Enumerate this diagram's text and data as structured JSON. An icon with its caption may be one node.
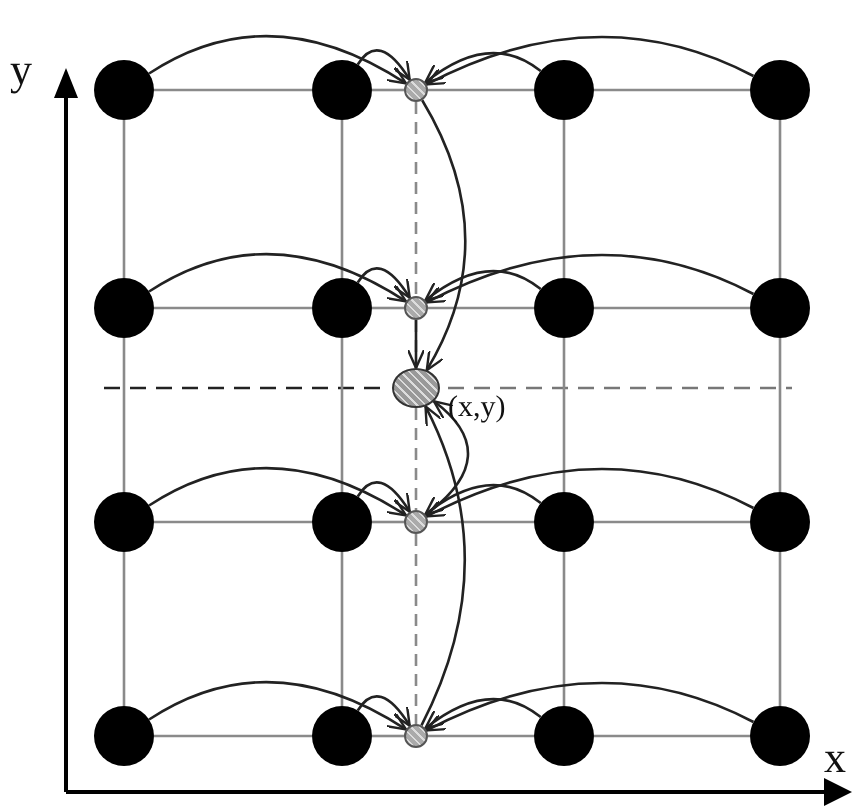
{
  "diagram": {
    "nodes": [
      {
        "text": [],
        "shape": "circle"
      },
      {
        "text": [],
        "shape": "circle"
      },
      {
        "text": [],
        "shape": "circle"
      },
      {
        "text": [],
        "shape": "circle"
      },
      {
        "text": [],
        "shape": "circle"
      },
      {
        "text": [],
        "shape": "circle"
      },
      {
        "text": [],
        "shape": "circle"
      },
      {
        "text": [],
        "shape": "circle"
      },
      {
        "text": [],
        "shape": "circle"
      },
      {
        "text": [],
        "shape": "circle"
      },
      {
        "text": [],
        "shape": "circle",
        "beside": [
          "(x,y)"
        ]
      },
      {
        "text": [],
        "shape": "circle"
      },
      {
        "text": [],
        "shape": "circle"
      },
      {
        "text": [],
        "shape": "circle"
      },
      {
        "text": [],
        "shape": "circle"
      },
      {
        "text": [],
        "shape": "circle"
      },
      {
        "text": [],
        "shape": "circle"
      },
      {
        "text": [],
        "shape": "circle"
      },
      {
        "text": [],
        "shape": "circle"
      },
      {
        "text": [],
        "shape": "circle"
      },
      {
        "text": [],
        "shape": "circle"
      }
    ],
    "edges": [
      {
        "from": 0,
        "to": 2,
        "arrow": "to",
        "color": "#222222"
      },
      {
        "from": 1,
        "to": 2,
        "arrow": "to",
        "color": "#222222"
      },
      {
        "from": 3,
        "to": 2,
        "arrow": "to",
        "color": "#222222"
      },
      {
        "from": 4,
        "to": 2,
        "arrow": "to",
        "color": "#222222"
      },
      {
        "from": 5,
        "to": 7,
        "arrow": "to",
        "color": "#222222"
      },
      {
        "from": 6,
        "to": 7,
        "arrow": "to",
        "color": "#222222"
      },
      {
        "from": 8,
        "to": 7,
        "arrow": "to",
        "color": "#222222"
      },
      {
        "from": 9,
        "to": 7,
        "arrow": "to",
        "color": "#222222"
      },
      {
        "from": 11,
        "to": 13,
        "arrow": "to",
        "color": "#222222"
      },
      {
        "from": 12,
        "to": 13,
        "arrow": "to",
        "color": "#222222"
      },
      {
        "from": 14,
        "to": 13,
        "arrow": "to",
        "color": "#222222"
      },
      {
        "from": 15,
        "to": 13,
        "arrow": "to",
        "color": "#222222"
      },
      {
        "from": 16,
        "to": 18,
        "arrow": "to",
        "color": "#222222"
      },
      {
        "from": 17,
        "to": 18,
        "arrow": "to",
        "color": "#222222"
      },
      {
        "from": 19,
        "to": 18,
        "arrow": "to",
        "color": "#222222"
      },
      {
        "from": 20,
        "to": 18,
        "arrow": "to",
        "color": "#222222"
      },
      {
        "from": 2,
        "to": 10,
        "arrow": "to",
        "color": "#222222"
      },
      {
        "from": 7,
        "to": 10,
        "arrow": "to",
        "color": "#222222"
      },
      {
        "from": 13,
        "to": 10,
        "arrow": "to",
        "color": "#222222"
      },
      {
        "from": 18,
        "to": 10,
        "arrow": "to",
        "color": "#222222"
      },
      {
        "from": 0,
        "to": 1,
        "arrow": "none",
        "color": "#8a8a8a"
      },
      {
        "from": 1,
        "to": 2,
        "arrow": "none",
        "color": "#8a8a8a"
      },
      {
        "from": 2,
        "to": 3,
        "arrow": "none",
        "color": "#8a8a8a"
      },
      {
        "from": 3,
        "to": 4,
        "arrow": "none",
        "color": "#8a8a8a"
      },
      {
        "from": 5,
        "to": 6,
        "arrow": "none",
        "color": "#8a8a8a"
      },
      {
        "from": 6,
        "to": 7,
        "arrow": "none",
        "color": "#8a8a8a"
      },
      {
        "from": 7,
        "to": 8,
        "arrow": "none",
        "color": "#8a8a8a"
      },
      {
        "from": 8,
        "to": 9,
        "arrow": "none",
        "color": "#8a8a8a"
      },
      {
        "from": 11,
        "to": 12,
        "arrow": "none",
        "color": "#8a8a8a"
      },
      {
        "from": 12,
        "to": 13,
        "arrow": "none",
        "color": "#8a8a8a"
      },
      {
        "from": 13,
        "to": 14,
        "arrow": "none",
        "color": "#8a8a8a"
      },
      {
        "from": 14,
        "to": 15,
        "arrow": "none",
        "color": "#8a8a8a"
      },
      {
        "from": 16,
        "to": 17,
        "arrow": "none",
        "color": "#8a8a8a"
      },
      {
        "from": 17,
        "to": 18,
        "arrow": "none",
        "color": "#8a8a8a"
      },
      {
        "from": 18,
        "to": 19,
        "arrow": "none",
        "color": "#8a8a8a"
      },
      {
        "from": 19,
        "to": 20,
        "arrow": "none",
        "color": "#8a8a8a"
      },
      {
        "from": 0,
        "to": 5,
        "arrow": "none",
        "color": "#8a8a8a"
      },
      {
        "from": 5,
        "to": 11,
        "arrow": "none",
        "color": "#8a8a8a"
      },
      {
        "from": 11,
        "to": 16,
        "arrow": "none",
        "color": "#8a8a8a"
      },
      {
        "from": 1,
        "to": 6,
        "arrow": "none",
        "color": "#8a8a8a"
      },
      {
        "from": 6,
        "to": 12,
        "arrow": "none",
        "color": "#8a8a8a"
      },
      {
        "from": 12,
        "to": 17,
        "arrow": "none",
        "color": "#8a8a8a"
      },
      {
        "from": 3,
        "to": 8,
        "arrow": "none",
        "color": "#8a8a8a"
      },
      {
        "from": 8,
        "to": 14,
        "arrow": "none",
        "color": "#8a8a8a"
      },
      {
        "from": 14,
        "to": 19,
        "arrow": "none",
        "color": "#8a8a8a"
      },
      {
        "from": 4,
        "to": 9,
        "arrow": "none",
        "color": "#8a8a8a"
      },
      {
        "from": 9,
        "to": 15,
        "arrow": "none",
        "color": "#8a8a8a"
      },
      {
        "from": 15,
        "to": 20,
        "arrow": "none",
        "color": "#8a8a8a"
      },
      {
        "from": 2,
        "to": 7,
        "arrow": "none",
        "style": "dashed",
        "color": "#8a8a8a"
      },
      {
        "from": 7,
        "to": 10,
        "arrow": "none",
        "style": "dashed",
        "color": "#8a8a8a"
      },
      {
        "from": 10,
        "to": 13,
        "arrow": "none",
        "style": "dashed",
        "color": "#8a8a8a"
      },
      {
        "from": 13,
        "to": 18,
        "arrow": "none",
        "style": "dashed",
        "color": "#8a8a8a"
      }
    ],
    "labels": [
      "y",
      "x"
    ]
  }
}
